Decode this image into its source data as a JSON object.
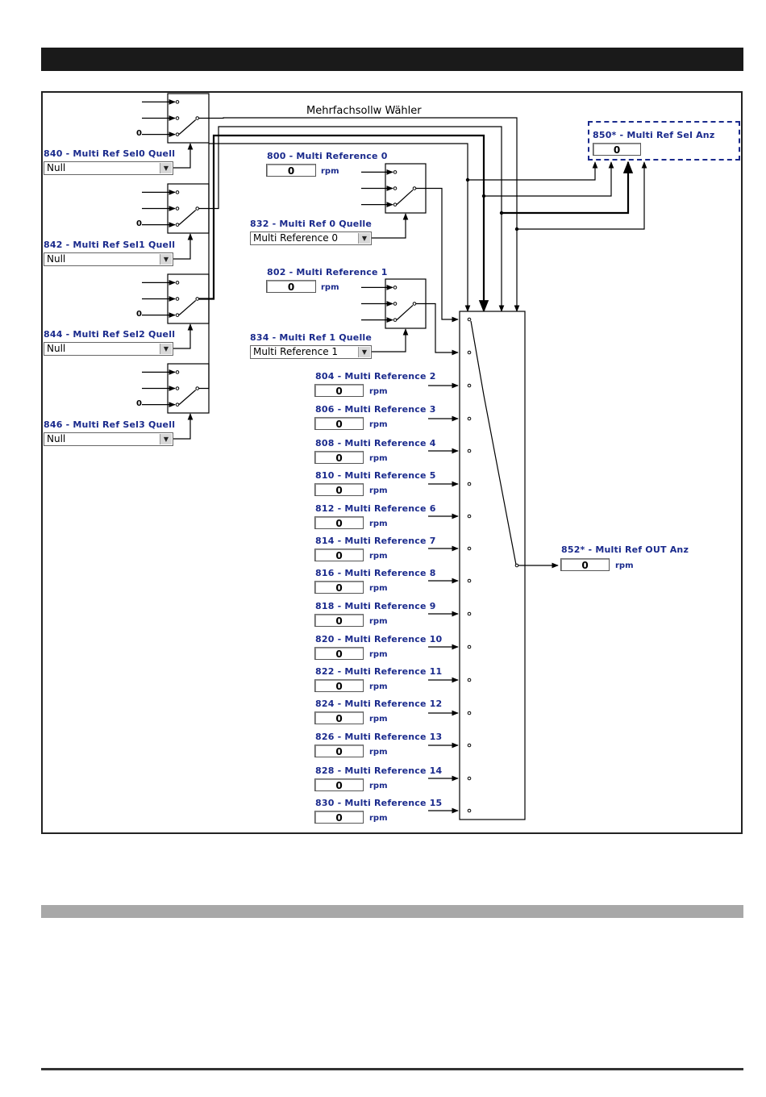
{
  "diagram": {
    "title": "Mehrfachsollw Wähler",
    "unit": "rpm",
    "zero_label": "0",
    "selectors": [
      {
        "label": "840 - Multi Ref Sel0 Quell",
        "value": "Null"
      },
      {
        "label": "842 - Multi Ref Sel1 Quell",
        "value": "Null"
      },
      {
        "label": "844 - Multi Ref Sel2 Quell",
        "value": "Null"
      },
      {
        "label": "846 - Multi Ref Sel3 Quell",
        "value": "Null"
      }
    ],
    "ref0": {
      "label": "800 - Multi Reference 0",
      "value": "0",
      "source_label": "832 - Multi Ref 0 Quelle",
      "source_value": "Multi Reference 0"
    },
    "ref1": {
      "label": "802 - Multi Reference 1",
      "value": "0",
      "source_label": "834 - Multi Ref 1 Quelle",
      "source_value": "Multi Reference 1"
    },
    "references": [
      {
        "label": "804 - Multi Reference 2",
        "value": "0"
      },
      {
        "label": "806 - Multi Reference 3",
        "value": "0"
      },
      {
        "label": "808 - Multi Reference 4",
        "value": "0"
      },
      {
        "label": "810 - Multi Reference 5",
        "value": "0"
      },
      {
        "label": "812 - Multi Reference 6",
        "value": "0"
      },
      {
        "label": "814 - Multi Reference 7",
        "value": "0"
      },
      {
        "label": "816 - Multi Reference 8",
        "value": "0"
      },
      {
        "label": "818 - Multi Reference 9",
        "value": "0"
      },
      {
        "label": "820 - Multi Reference 10",
        "value": "0"
      },
      {
        "label": "822 - Multi Reference 11",
        "value": "0"
      },
      {
        "label": "824 - Multi Reference 12",
        "value": "0"
      },
      {
        "label": "826 - Multi Reference 13",
        "value": "0"
      },
      {
        "label": "828 - Multi Reference 14",
        "value": "0"
      },
      {
        "label": "830 - Multi Reference 15",
        "value": "0"
      }
    ],
    "sel_anz": {
      "label": "850* - Multi Ref Sel Anz",
      "value": "0"
    },
    "out_anz": {
      "label": "852* - Multi Ref OUT Anz",
      "value": "0"
    }
  }
}
